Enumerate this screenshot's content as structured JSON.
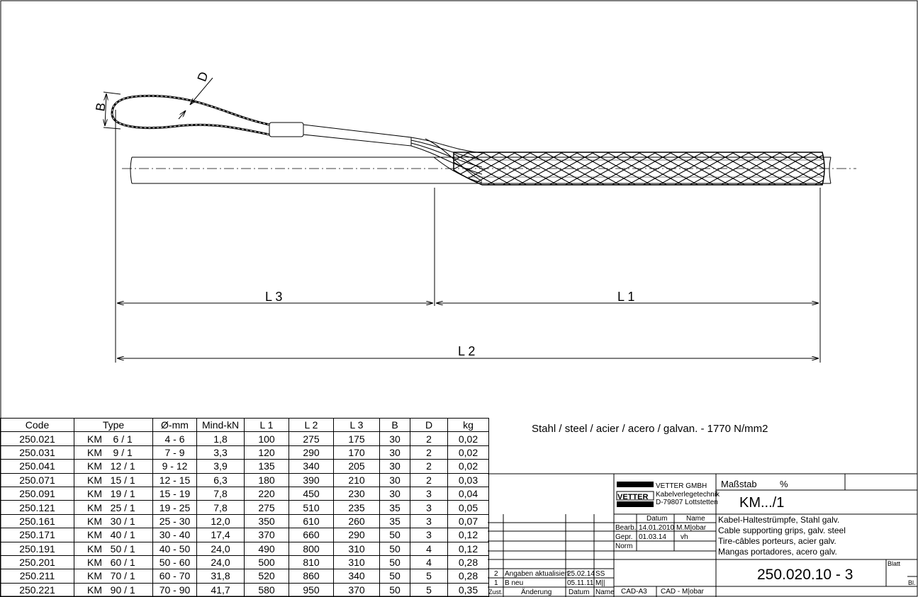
{
  "drawing": {
    "dim_labels": {
      "B": "B",
      "D": "D",
      "L1": "L 1",
      "L2": "L 2",
      "L3": "L 3"
    }
  },
  "table": {
    "headers": [
      "Code",
      "Type",
      "Ø-mm",
      "Mind-kN",
      "L 1",
      "L 2",
      "L 3",
      "B",
      "D",
      "kg"
    ],
    "rows": [
      [
        "250.021",
        "KM    6 / 1",
        "4 - 6",
        "1,8",
        "100",
        "275",
        "175",
        "30",
        "2",
        "0,02"
      ],
      [
        "250.031",
        "KM    9 / 1",
        "7 - 9",
        "3,3",
        "120",
        "290",
        "170",
        "30",
        "2",
        "0,02"
      ],
      [
        "250.041",
        "KM   12 / 1",
        "9 - 12",
        "3,9",
        "135",
        "340",
        "205",
        "30",
        "2",
        "0,02"
      ],
      [
        "250.071",
        "KM   15 / 1",
        "12 - 15",
        "6,3",
        "180",
        "390",
        "210",
        "30",
        "2",
        "0,03"
      ],
      [
        "250.091",
        "KM   19 / 1",
        "15 - 19",
        "7,8",
        "220",
        "450",
        "230",
        "30",
        "3",
        "0,04"
      ],
      [
        "250.121",
        "KM   25 / 1",
        "19 - 25",
        "7,8",
        "275",
        "510",
        "235",
        "35",
        "3",
        "0,05"
      ],
      [
        "250.161",
        "KM   30 / 1",
        "25 - 30",
        "12,0",
        "350",
        "610",
        "260",
        "35",
        "3",
        "0,07"
      ],
      [
        "250.171",
        "KM   40 / 1",
        "30 - 40",
        "17,4",
        "370",
        "660",
        "290",
        "50",
        "3",
        "0,12"
      ],
      [
        "250.191",
        "KM   50 / 1",
        "40 - 50",
        "24,0",
        "490",
        "800",
        "310",
        "50",
        "4",
        "0,12"
      ],
      [
        "250.201",
        "KM   60 / 1",
        "50 - 60",
        "24,0",
        "500",
        "810",
        "310",
        "50",
        "4",
        "0,28"
      ],
      [
        "250.211",
        "KM   70 / 1",
        "60 - 70",
        "31,8",
        "520",
        "860",
        "340",
        "50",
        "5",
        "0,28"
      ],
      [
        "250.221",
        "KM   90 / 1",
        "70 - 90",
        "41,7",
        "580",
        "950",
        "370",
        "50",
        "5",
        "0,35"
      ]
    ]
  },
  "material_note": "Stahl / steel / acier / acero / galvan. - 1770 N/mm2",
  "title_block": {
    "company_logo": "VETTER",
    "company_name": "VETTER GMBH",
    "company_line2": "Kabelverlegetechnik",
    "company_line3": "D-79807 Lottstetten",
    "scale_label": "Maßstab",
    "scale_value": "%",
    "part_name": "KM.../1",
    "col_datum": "Datum",
    "col_name": "Name",
    "bearb_label": "Bearb.",
    "bearb_date": "14.01.2010",
    "bearb_name": "M.M|obar",
    "gepr_label": "Gepr.",
    "gepr_date": "01.03.14",
    "gepr_name": "vh",
    "norm_label": "Norm",
    "desc_de": "Kabel-Haltestrümpfe, Stahl galv.",
    "desc_en": "Cable supporting grips, galv. steel",
    "desc_fr": "Tire-câbles porteurs, acier galv.",
    "desc_es": "Mangas portadores, acero galv.",
    "blatt_label": "Blatt",
    "bl_label": "Bl.",
    "drawing_number": "250.020.10 - 3",
    "rev2_no": "2",
    "rev2_text": "Angaben aktualisiert",
    "rev2_date": "25.02.14",
    "rev2_name": "SS",
    "rev1_no": "1",
    "rev1_text": "B neu",
    "rev1_date": "05.11.11",
    "rev1_name": "M||",
    "hdr_zust": "Zust.",
    "hdr_aenderung": "Änderung",
    "hdr_datum": "Datum",
    "hdr_name": "Name",
    "cad_format": "CAD-A3",
    "cad_author": "CAD - M|obar"
  }
}
